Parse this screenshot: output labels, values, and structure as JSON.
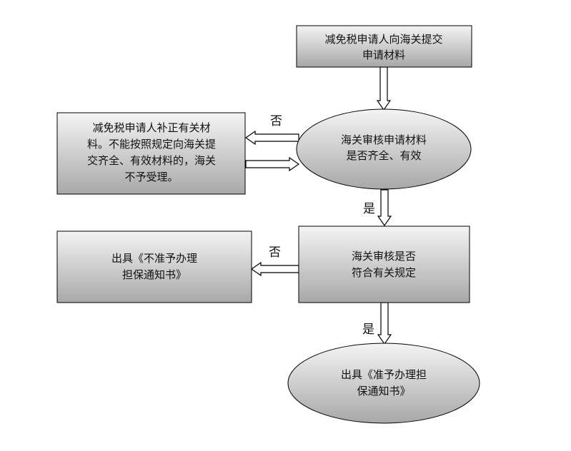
{
  "nodes": {
    "apply": {
      "lines": [
        "减免税申请人向海关提交",
        "申请材料"
      ]
    },
    "review": {
      "lines": [
        "海关审核申请材料",
        "是否齐全、有效"
      ]
    },
    "supplement": {
      "lines": [
        "减免税申请人补正有关材",
        "料。不能按照规定向海关提",
        "交齐全、有效材料的，海关",
        "不予受理。"
      ]
    },
    "check": {
      "lines": [
        "海关审核是否",
        "符合有关规定"
      ]
    },
    "reject": {
      "lines": [
        "出具《不准予办理",
        "担保通知书》"
      ]
    },
    "approve": {
      "lines": [
        "出具《准予办理担",
        "保通知书》"
      ]
    }
  },
  "labels": {
    "no_1": "否",
    "yes_1": "是",
    "no_2": "否",
    "yes_2": "是"
  },
  "colors": {
    "fill_top": "#f2f2f2",
    "fill_bottom": "#a6a6a6",
    "stroke": "#000000"
  }
}
